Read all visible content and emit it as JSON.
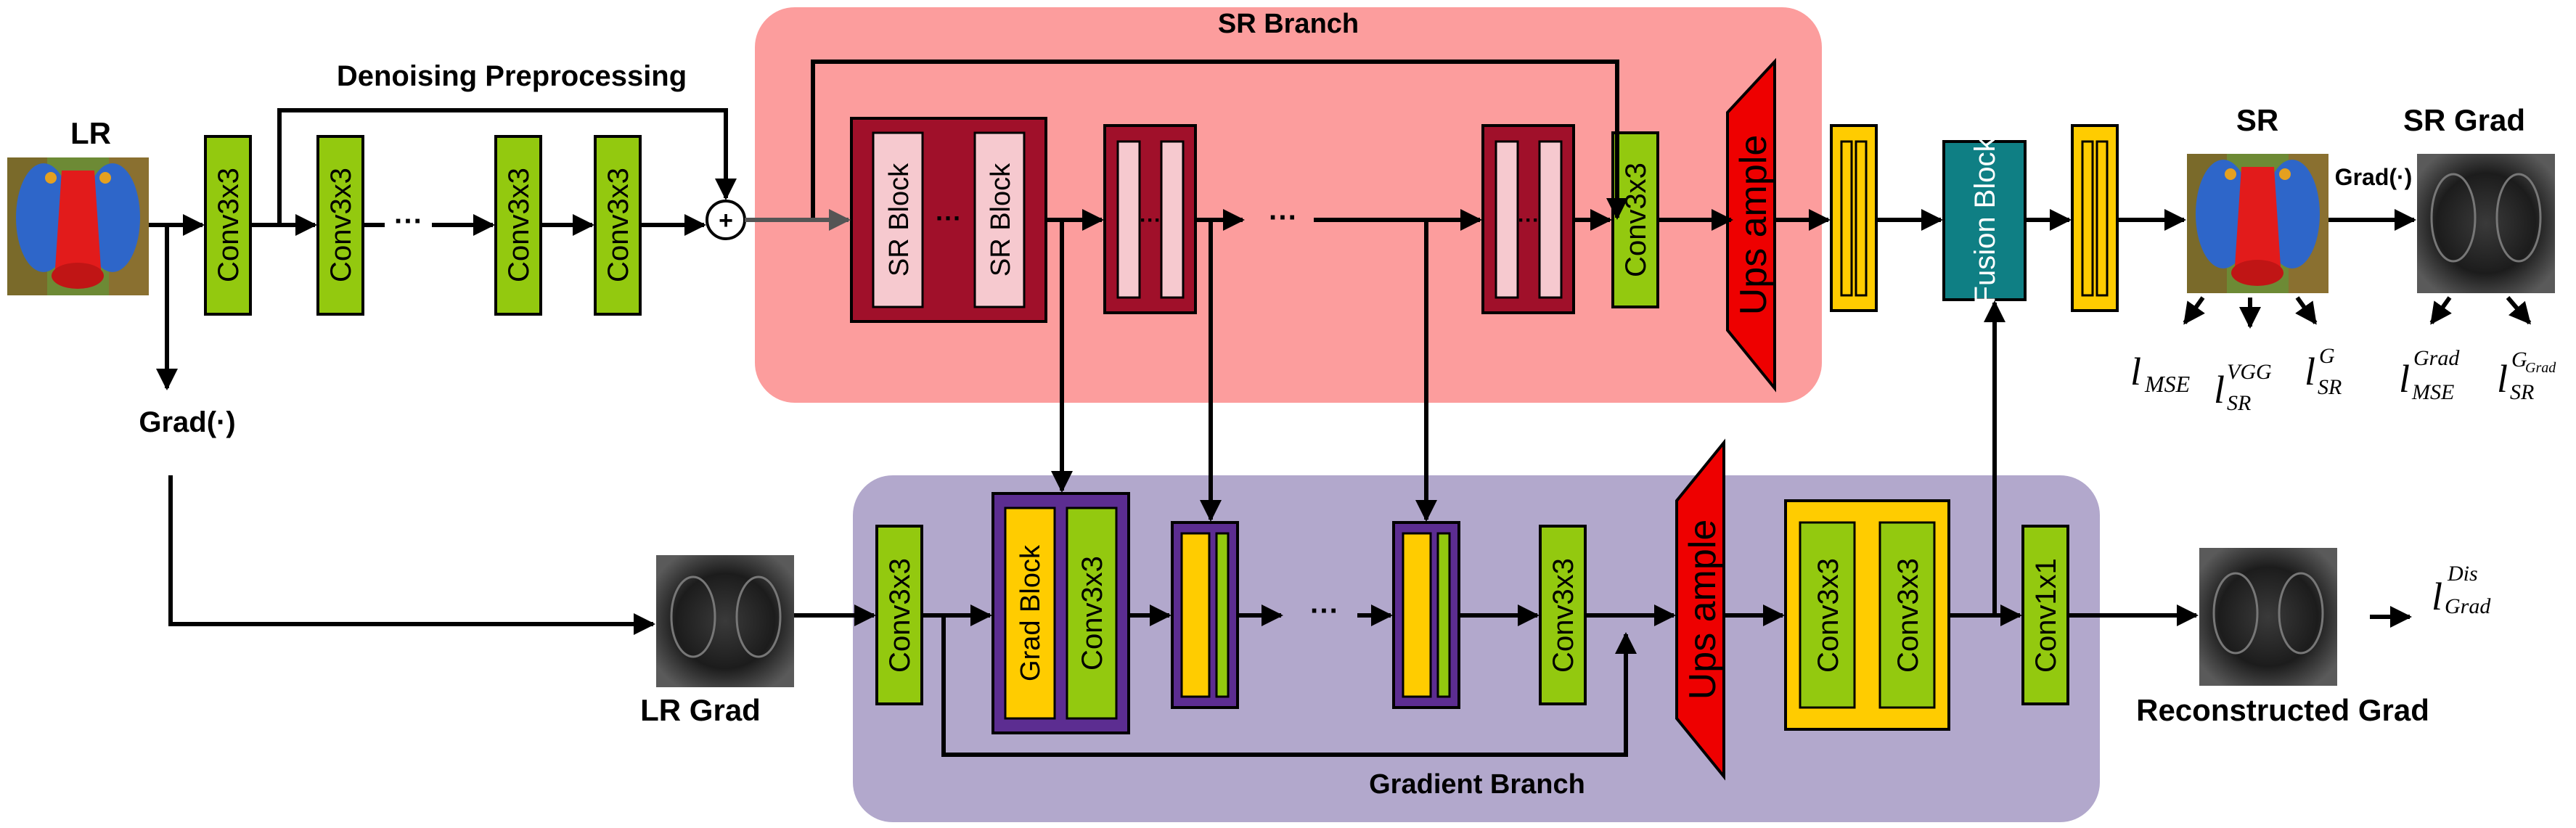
{
  "colors": {
    "sr_panel": "#fc9d9d",
    "grad_panel": "#b2a8cc",
    "conv_green": "#93c90f",
    "sr_block_dark": "#a0102a",
    "sr_block_light": "#f6c9cf",
    "grad_yellow": "#ffcc00",
    "grad_purple": "#5c2d91",
    "upsample_red": "#ee0000",
    "fusion_teal": "#0f7f84"
  },
  "labels": {
    "lr": "LR",
    "lr_grad": "LR Grad",
    "grad_op_left": "Grad(·)",
    "grad_op_right": "Grad(·)",
    "sr": "SR",
    "sr_grad": "SR Grad",
    "reconstructed_grad": "Reconstructed Grad",
    "denoising": "Denoising Preprocessing",
    "sr_branch": "SR Branch",
    "gradient_branch": "Gradient Branch"
  },
  "blocks": {
    "conv3x3": "Conv3x3",
    "conv1x1": "Conv1x1",
    "sr_block": "SR Block",
    "grad_block": "Grad Block",
    "upsample": "Ups ample",
    "fusion": "Fusion Block",
    "ellipsis": "···"
  },
  "losses": {
    "mse_base": "l",
    "mse_sub": "MSE",
    "vgg_base": "l",
    "vgg_sup": "VGG",
    "vgg_sub": "SR",
    "gsr_base": "l",
    "gsr_sup": "G",
    "gsr_sub": "SR",
    "gmse_base": "l",
    "gmse_sup": "Grad",
    "gmse_sub": "MSE",
    "ggrad_base": "l",
    "ggrad_sup": "G",
    "ggrad_supsub": "Grad",
    "ggrad_sub": "SR",
    "dis_base": "l",
    "dis_sup": "Dis",
    "dis_sub": "Grad"
  },
  "icons": {
    "lr_image": "mandrill-color-image",
    "lr_grad_image": "mandrill-gradient-image",
    "sr_image": "mandrill-color-image",
    "sr_grad_image": "mandrill-gradient-image",
    "recon_grad_image": "mandrill-gradient-image",
    "adder": "plus-circle-icon"
  }
}
